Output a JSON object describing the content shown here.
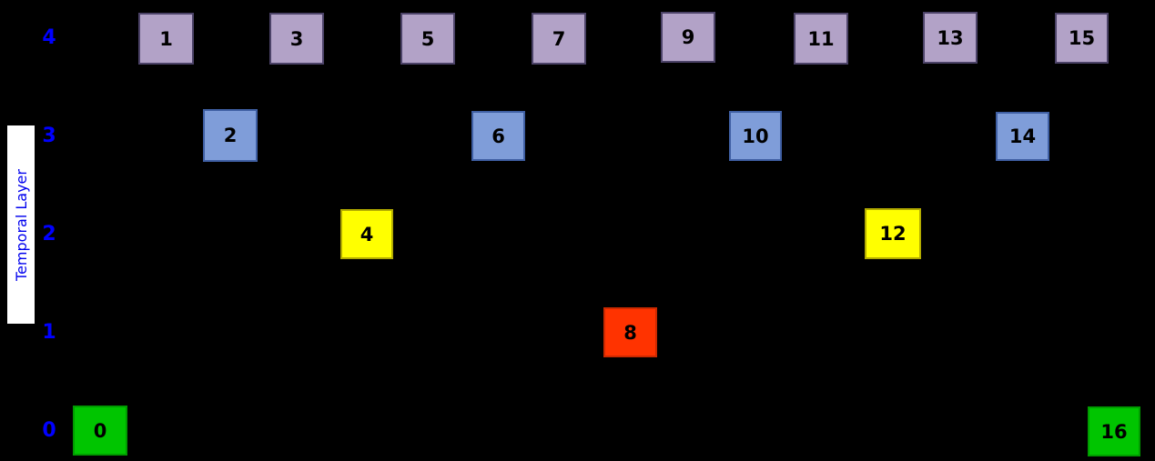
{
  "figure": {
    "background_color": "#000000",
    "y_axis": {
      "label": "Temporal Layer",
      "label_color": "#0000ee",
      "tick_color": "#0000ff",
      "ticks": [
        "4",
        "3",
        "2",
        "1",
        "0"
      ]
    },
    "layer_styles": {
      "0": {
        "name": "green",
        "fill": "#00c500",
        "border": "#009b00"
      },
      "1": {
        "name": "red",
        "fill": "#ff3300",
        "border": "#cc2900"
      },
      "2": {
        "name": "yellow",
        "fill": "#ffff00",
        "border": "#b3ac00"
      },
      "3": {
        "name": "blue",
        "fill": "#7f9dd9",
        "border": "#3f5fa3"
      },
      "4": {
        "name": "purple",
        "fill": "#b2a2c7",
        "border": "#4c4368"
      }
    },
    "frames": [
      {
        "id": "0",
        "layer": 0
      },
      {
        "id": "1",
        "layer": 4
      },
      {
        "id": "2",
        "layer": 3
      },
      {
        "id": "3",
        "layer": 4
      },
      {
        "id": "4",
        "layer": 2
      },
      {
        "id": "5",
        "layer": 4
      },
      {
        "id": "6",
        "layer": 3
      },
      {
        "id": "7",
        "layer": 4
      },
      {
        "id": "8",
        "layer": 1
      },
      {
        "id": "9",
        "layer": 4
      },
      {
        "id": "10",
        "layer": 3
      },
      {
        "id": "11",
        "layer": 4
      },
      {
        "id": "12",
        "layer": 2
      },
      {
        "id": "13",
        "layer": 4
      },
      {
        "id": "14",
        "layer": 3
      },
      {
        "id": "15",
        "layer": 4
      },
      {
        "id": "16",
        "layer": 0
      }
    ]
  }
}
